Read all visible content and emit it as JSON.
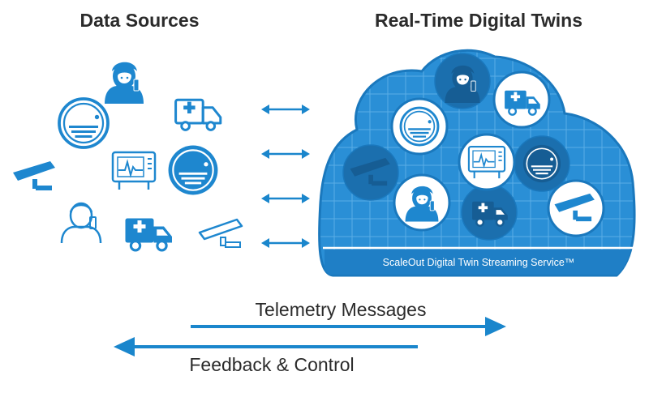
{
  "headings": {
    "left": "Data Sources",
    "right": "Real-Time Digital Twins"
  },
  "cloud": {
    "service_label": "ScaleOut Digital Twin Streaming Service™",
    "fill_color": "#2a8fd6",
    "grid_color": "#5aaee6"
  },
  "flows": {
    "telemetry": "Telemetry Messages",
    "feedback": "Feedback & Control"
  },
  "colors": {
    "accent": "#1e87cf",
    "line": "#1a86cc",
    "text": "#2b2b2b"
  },
  "icons": {
    "sources": [
      "person-icon",
      "smoke-detector-icon",
      "ambulance-icon",
      "security-camera-icon",
      "heart-monitor-icon",
      "smoke-detector-icon",
      "person-icon",
      "ambulance-icon",
      "security-camera-icon"
    ],
    "twins": [
      "person-icon",
      "ambulance-icon",
      "smoke-detector-icon",
      "security-camera-icon",
      "heart-monitor-icon",
      "smoke-detector-icon",
      "person-icon",
      "ambulance-icon",
      "security-camera-icon"
    ]
  }
}
